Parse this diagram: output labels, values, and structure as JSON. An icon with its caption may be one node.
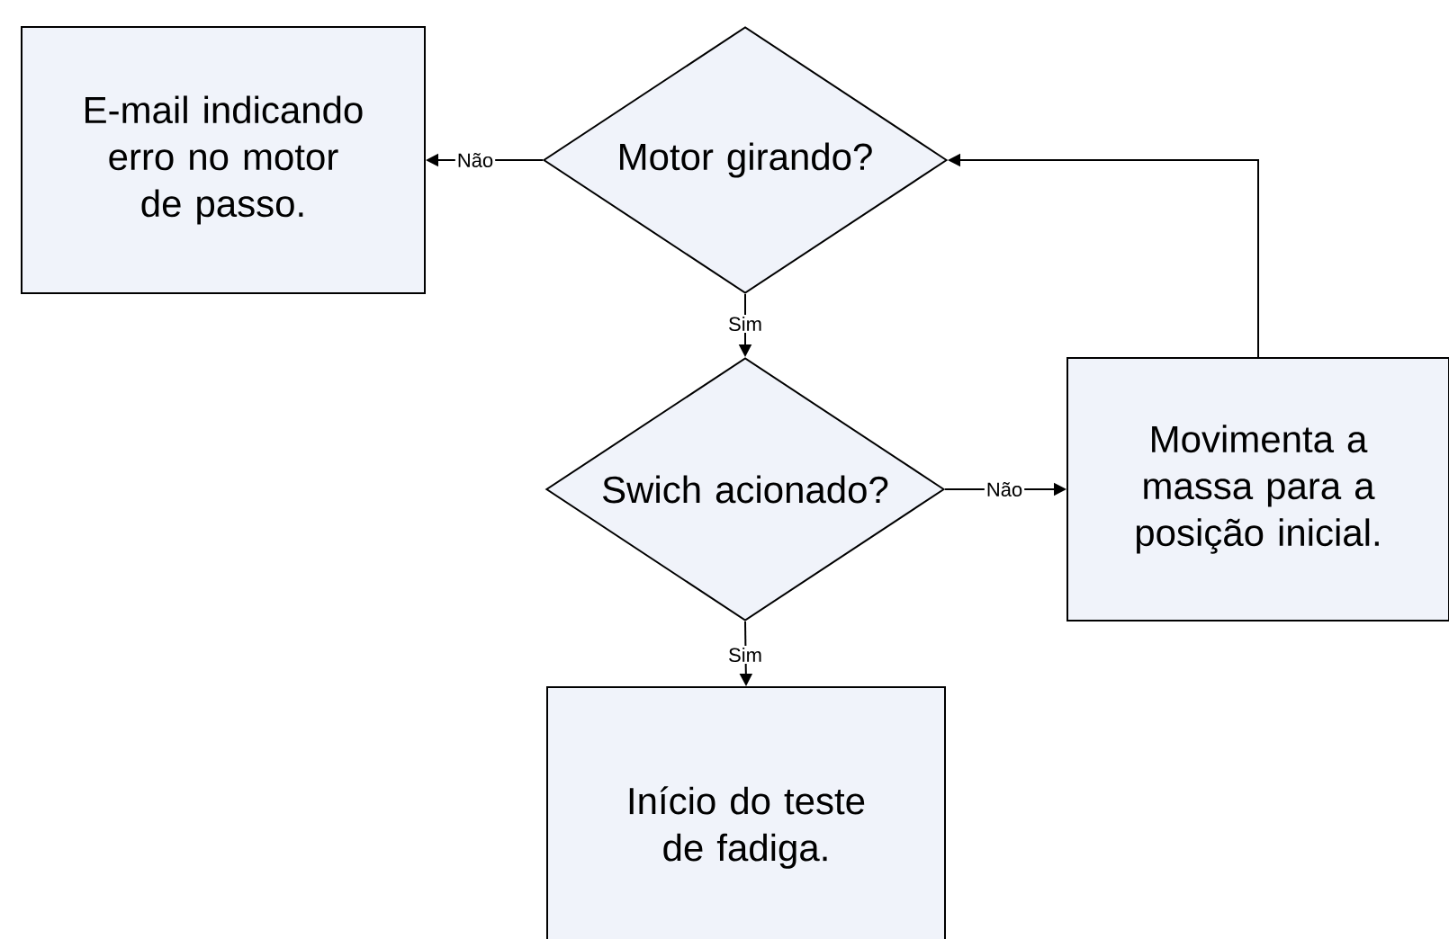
{
  "diagram": {
    "nodes": [
      {
        "text": [
          "E-mail indicando erro no motor de passo."
        ]
      },
      {
        "text": [
          "Motor girando?"
        ]
      },
      {
        "text": [
          "Swich acionado?"
        ]
      },
      {
        "text": [
          "Movimenta a massa para a posição inicial."
        ]
      },
      {
        "text": [
          "Início do teste de fadiga."
        ]
      }
    ],
    "edges": [
      {
        "from": 1,
        "to": 0,
        "arrow": "to",
        "label": "Não"
      },
      {
        "from": 1,
        "to": 2,
        "arrow": "to",
        "label": "Sim"
      },
      {
        "from": 2,
        "to": 3,
        "arrow": "to",
        "label": "Não"
      },
      {
        "from": 3,
        "to": 1,
        "arrow": "to"
      },
      {
        "from": 2,
        "to": 4,
        "arrow": "to",
        "label": "Sim"
      }
    ]
  }
}
